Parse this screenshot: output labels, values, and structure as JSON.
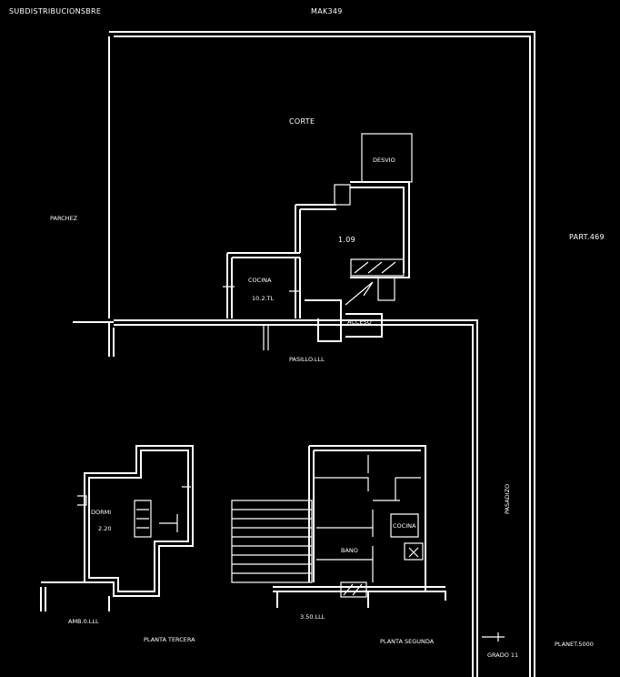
{
  "labels": {
    "top_left": "SUBDISTRIBUCIONSBRE",
    "top_center": "MAK349",
    "left_side": "PARCHEZ",
    "right_side": "PART.469",
    "bottom_right_note": "PLANET.5000",
    "corte_label": "CORTE",
    "desvio_label": "DESVIO",
    "room_main_value": "1.09",
    "room_left_label": "COCINA",
    "room_left_value": "10.2.TL",
    "access_label": "ACCESO",
    "lower_wall_label": "PASILLO.LLL",
    "vertical_label": "PASADIZO",
    "left_block_label": "DORMI",
    "left_block_value": "2.20",
    "left_block_bottom": "AMB.0.LLL",
    "planta_tercera": "PLANTA TERCERA",
    "center_bottom_label": "3.50.LLL",
    "planta_segunda": "PLANTA SEGUNDA",
    "mid_room_label": "COCINA",
    "mid_room_bath": "BANO",
    "scale_label": "GRADO 11"
  }
}
